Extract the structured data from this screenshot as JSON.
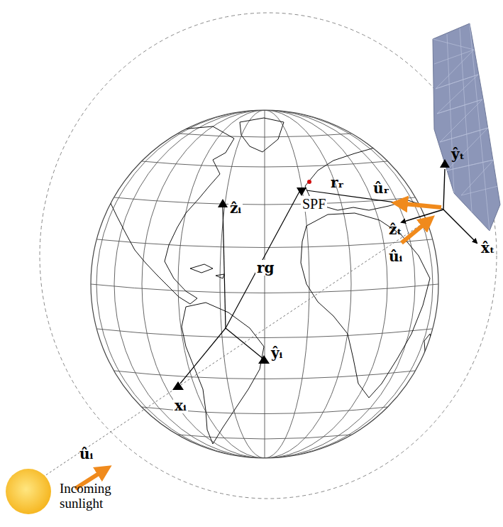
{
  "diagram": {
    "labels": [
      "ẑᵢ",
      "SPF",
      "rᵣ",
      "ûᵣ",
      "ŷₜ",
      "ẑₜ",
      "ûᵢ",
      "x̂ₜ",
      "rg",
      "ŷᵢ",
      "xᵢ",
      "ûᵢ",
      "Incoming sunlight"
    ]
  }
}
